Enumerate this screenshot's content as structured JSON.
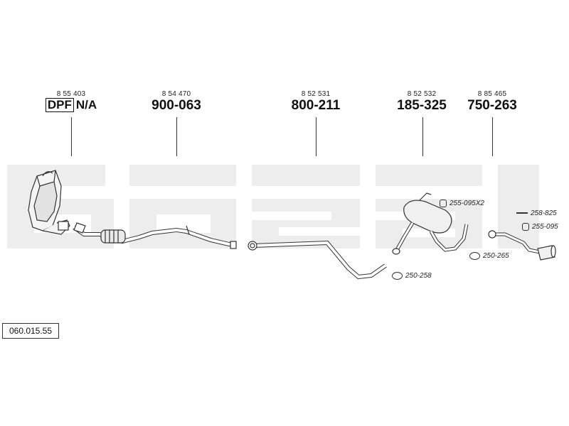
{
  "diagram_number": "060.015.55",
  "parts": [
    {
      "id": "dpf",
      "ref": "8 55 403",
      "badge": "DPF",
      "code": "N/A"
    },
    {
      "id": "front-pipe",
      "ref": "8 54 470",
      "code": "900-063"
    },
    {
      "id": "middle-pipe",
      "ref": "8 52 531",
      "code": "800-211"
    },
    {
      "id": "center-silencer",
      "ref": "8 52 532",
      "code": "185-325"
    },
    {
      "id": "rear-silencer",
      "ref": "8 85 465",
      "code": "750-263"
    }
  ],
  "accessories": [
    {
      "id": "a1",
      "code": "255-095X2",
      "icon": "rubber-hanger-icon"
    },
    {
      "id": "a2",
      "code": "258-825",
      "icon": "bolt-icon"
    },
    {
      "id": "a3",
      "code": "255-095",
      "icon": "rubber-hanger-icon"
    },
    {
      "id": "a4",
      "code": "250-265",
      "icon": "clamp-icon"
    },
    {
      "id": "a5",
      "code": "250-258",
      "icon": "clamp-icon"
    }
  ],
  "watermark_text": "bosal",
  "colors": {
    "watermark": "#ededed",
    "line": "#333333"
  }
}
